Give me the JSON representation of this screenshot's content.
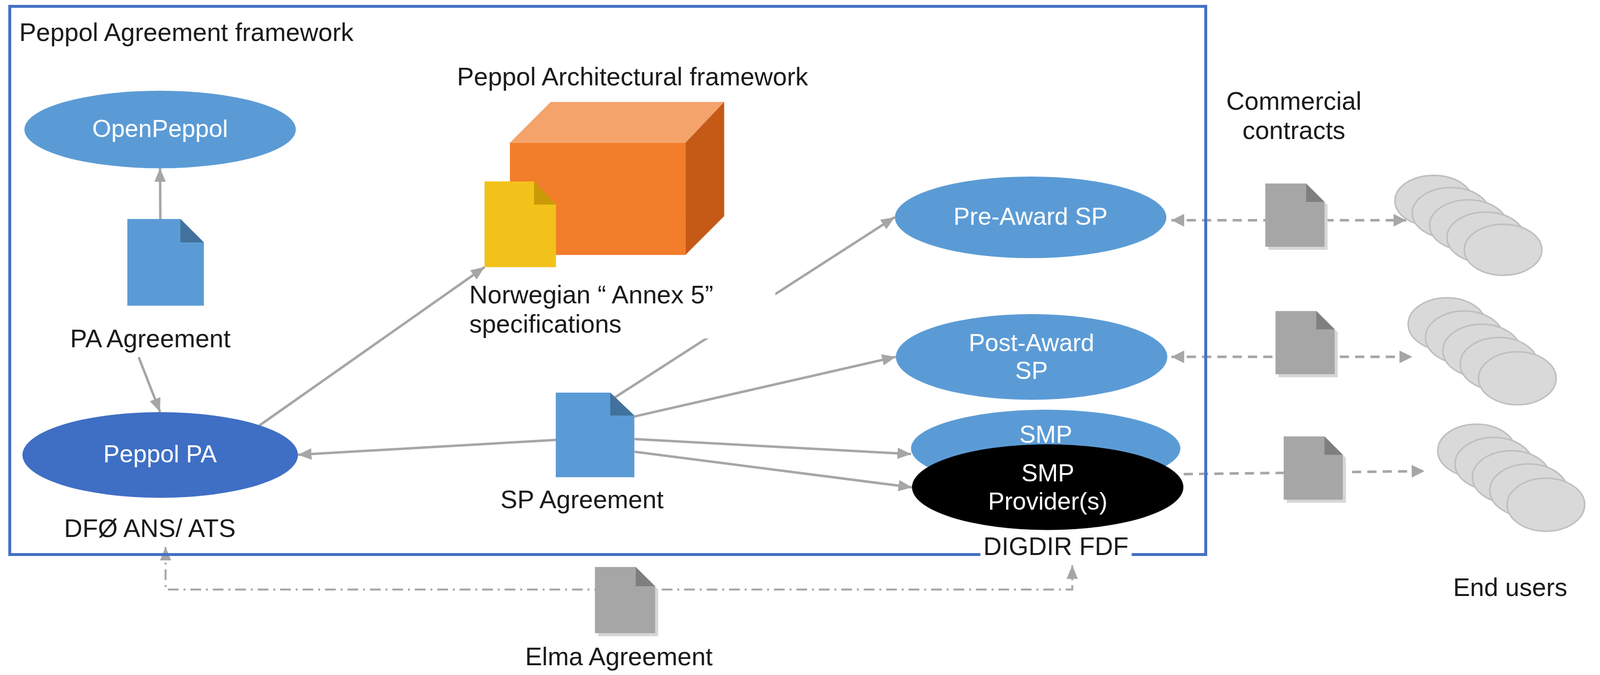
{
  "diagram": {
    "nodes": [
      {
        "text": [
          "Peppol Agreement framework"
        ]
      },
      {
        "text": [
          "OpenPeppol"
        ],
        "in": 0
      },
      {
        "text": [
          "PA Agreement"
        ],
        "in": 0
      },
      {
        "text": [
          "Peppol PA",
          "DFØ ANS/ ATS"
        ],
        "in": 0
      },
      {
        "text": [
          "Peppol Architectural framework"
        ],
        "in": 0
      },
      {
        "text": [
          "Norwegian “ Annex 5” specifications"
        ],
        "in": 0
      },
      {
        "text": [
          "SP Agreement"
        ],
        "in": 0
      },
      {
        "text": [
          "Pre-Award SP"
        ],
        "in": 0
      },
      {
        "text": [
          "Post-Award SP"
        ],
        "in": 0
      },
      {
        "text": [
          "SMP"
        ],
        "in": 0
      },
      {
        "text": [
          "SMP Provider(s)",
          "DIGDIR FDF"
        ],
        "in": 0
      }
    ],
    "edges": [
      {
        "from": 2,
        "to": 1,
        "arrow": "to"
      },
      {
        "from": 2,
        "to": 3,
        "arrow": "to"
      },
      {
        "from": 3,
        "to": 5,
        "arrow": "to"
      },
      {
        "from": 6,
        "to": 3,
        "arrow": "to"
      },
      {
        "from": 6,
        "to": 7,
        "arrow": "to"
      },
      {
        "from": 6,
        "to": 8,
        "arrow": "to"
      },
      {
        "from": 6,
        "to": 9,
        "arrow": "to"
      },
      {
        "from": 6,
        "to": 10,
        "arrow": "to"
      },
      {
        "from": 3,
        "to": 10,
        "label": "Elma Agreement",
        "arrow": "both"
      }
    ],
    "labels": [
      "Commercial contracts",
      "End users"
    ]
  }
}
